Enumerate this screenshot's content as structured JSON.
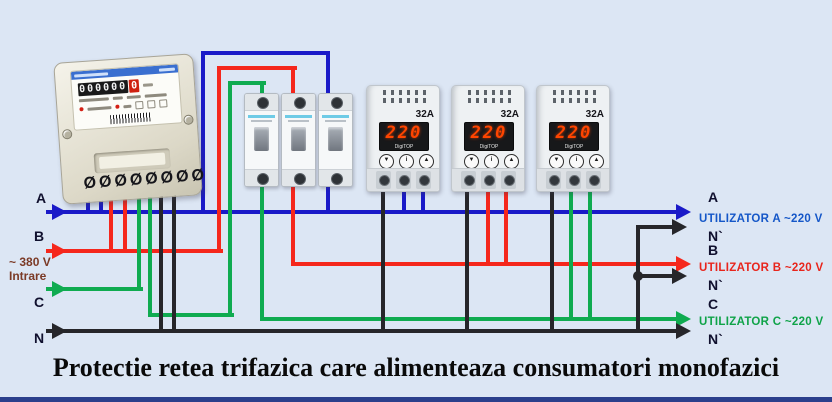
{
  "title": "Protectie retea trifazica care alimenteaza consumatori monofazici",
  "labels_left": {
    "phase_a": "A",
    "phase_b": "B",
    "voltage": "~ 380 V",
    "direction": "Intrare",
    "phase_c": "C",
    "neutral": "N"
  },
  "labels_right": {
    "phase_a": "A",
    "consumer_a": "UTILIZATOR  A   ~220 V",
    "neutral_a": "N`",
    "phase_b": "B",
    "consumer_b": "UTILIZATOR  B   ~220 V",
    "neutral_b": "N`",
    "phase_c": "C",
    "consumer_c": "UTILIZATOR  C   ~220 V",
    "neutral_c": "N`"
  },
  "meter": {
    "counter_digits": "000000",
    "counter_decimal_digit": "0",
    "terminals_row": "ØØØØØØØØ"
  },
  "relays": [
    {
      "rating": "32A",
      "display_voltage": "220",
      "brand": "DigiTOP",
      "button_down": "▼",
      "button_power": "i",
      "button_up": "▲"
    },
    {
      "rating": "32A",
      "display_voltage": "220",
      "brand": "DigiTOP",
      "button_down": "▼",
      "button_power": "i",
      "button_up": "▲"
    },
    {
      "rating": "32A",
      "display_voltage": "220",
      "brand": "DigiTOP",
      "button_down": "▼",
      "button_power": "i",
      "button_up": "▲"
    }
  ],
  "colors": {
    "background": "#dce6f4",
    "phase_a": "#1a1ac8",
    "phase_b": "#f5271c",
    "phase_c": "#0fab50",
    "neutral": "#26262a",
    "utilizator_a_text": "#1557c8",
    "utilizator_b_text": "#e8251c",
    "utilizator_c_text": "#0fa348",
    "input_text": "#7b3a26",
    "relay_display_digits": "#ff4500",
    "bottom_bar": "#2b3f8c"
  }
}
